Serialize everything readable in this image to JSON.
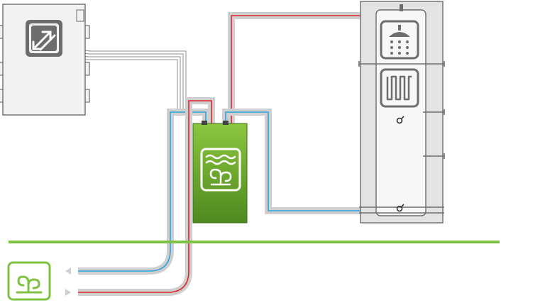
{
  "colors": {
    "background": "#ffffff",
    "ground_line": "#7fc241",
    "pipe_casing": "#cfcfcf",
    "pipe_casing_edge": "#9a9a9a",
    "hot_line": "#e0262d",
    "cold_line": "#2fa3dc",
    "signal_line": "#8c8c8c",
    "unit_fill": "#f2f2f2",
    "unit_edge": "#6d6d6d",
    "icon_gray": "#6d6d6d",
    "heat_pump_top": "#8cc63f",
    "heat_pump_bottom": "#4e8a1f",
    "tank_insulation": "#e3e3e3",
    "tank_core": "#f7f7f7"
  },
  "components": {
    "outdoor_unit": {
      "icon": "heat-exchange-arrows-icon"
    },
    "heat_pump": {
      "icon": "water-waves-plant-icon"
    },
    "storage_tank": {
      "icons": [
        "shower-icon",
        "radiator-icon",
        "sensor-port-icon"
      ]
    },
    "ground_source": {
      "icon": "sprout-icon"
    }
  },
  "connections": [
    {
      "from": "outdoor_unit",
      "to": "heat_pump",
      "kind": "signal"
    },
    {
      "from": "heat_pump",
      "to": "storage_tank",
      "kind": "hot-flow"
    },
    {
      "from": "storage_tank",
      "to": "heat_pump",
      "kind": "cold-return"
    },
    {
      "from": "ground_source",
      "to": "heat_pump",
      "kind": "ground-loop"
    }
  ]
}
